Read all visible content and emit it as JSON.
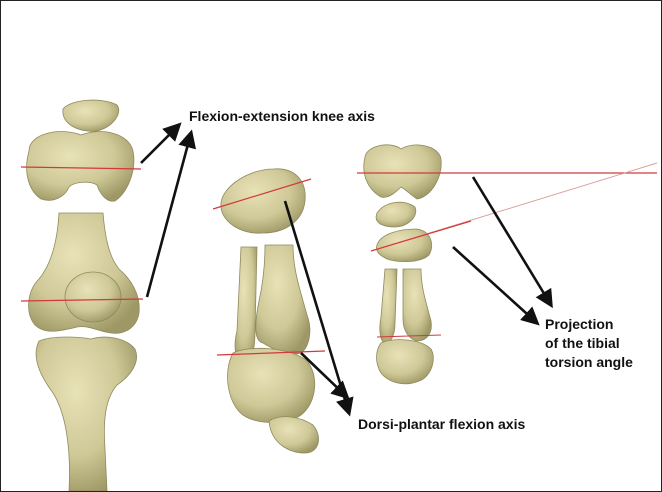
{
  "labels": {
    "flexion_extension_axis": "Flexion-extension knee axis",
    "dorsi_plantar_axis": "Dorsi-plantar flexion axis",
    "projection_line1": "Projection",
    "projection_line2": "of the tibial",
    "projection_line3": "torsion angle"
  },
  "colors": {
    "bone_fill": "#cfc897",
    "bone_shadow": "#a39d6c",
    "axis_line": "#d23a3a",
    "arrow": "#111111",
    "projection_line": "#d9a0a0"
  }
}
